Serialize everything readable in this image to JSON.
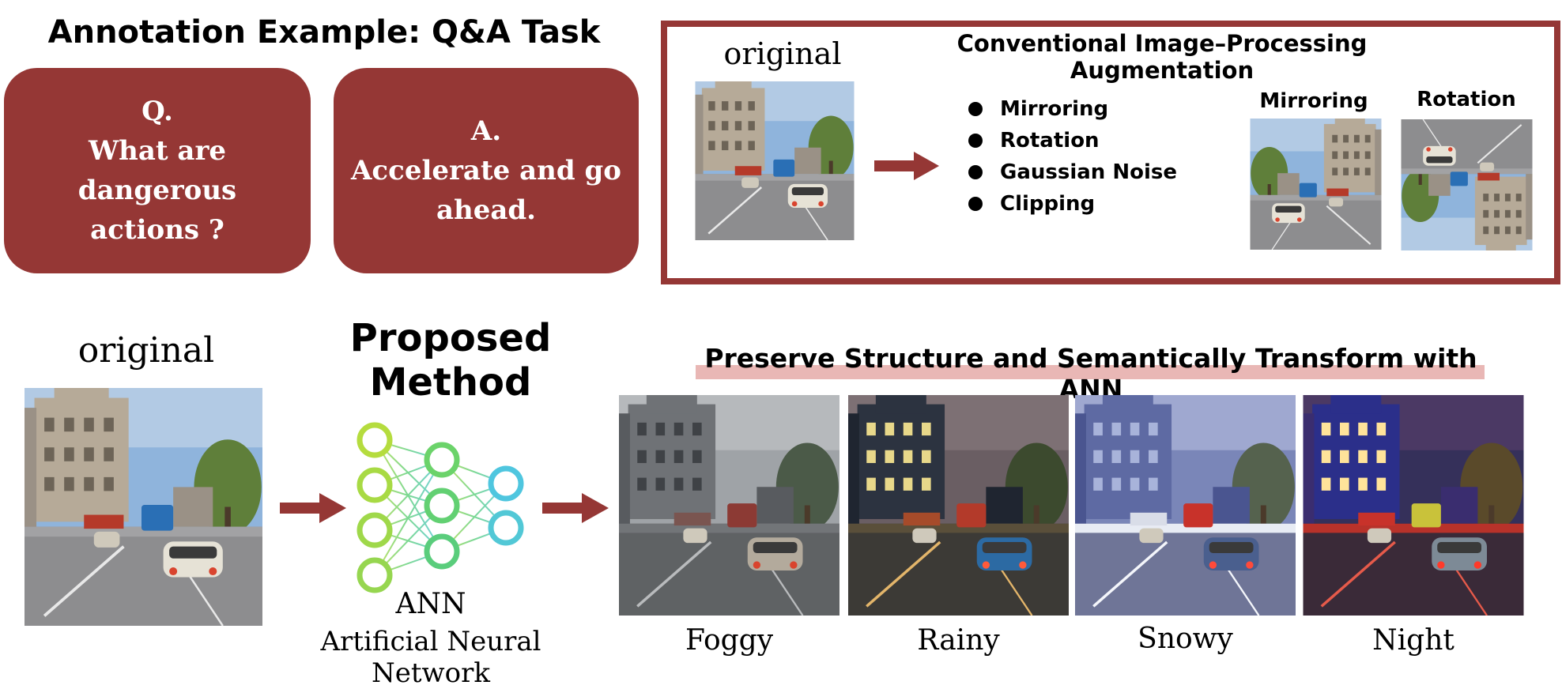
{
  "annotation": {
    "title": "Annotation Example: Q&A Task",
    "question": "Q.\nWhat are\ndangerous\nactions ?",
    "answer": "A.\nAccelerate and go\nahead."
  },
  "conventional": {
    "title": "Conventional Image–Processing Augmentation",
    "original_label": "original",
    "methods": [
      "Mirroring",
      "Rotation",
      "Gaussian Noise",
      "Clipping"
    ],
    "examples": [
      {
        "label": "Mirroring"
      },
      {
        "label": "Rotation"
      }
    ]
  },
  "proposed": {
    "title": "Proposed Method",
    "original_label": "original",
    "ann_short": "ANN",
    "ann_full": "Artificial Neural Network",
    "subtitle": "Preserve Structure and Semantically Transform with ANN",
    "outputs": [
      "Foggy",
      "Rainy",
      "Snowy",
      "Night"
    ]
  },
  "colors": {
    "accent": "#953735",
    "highlight": "#e9b7b5",
    "nn_green": "#a6d94a",
    "nn_cyan": "#56c8d8"
  }
}
